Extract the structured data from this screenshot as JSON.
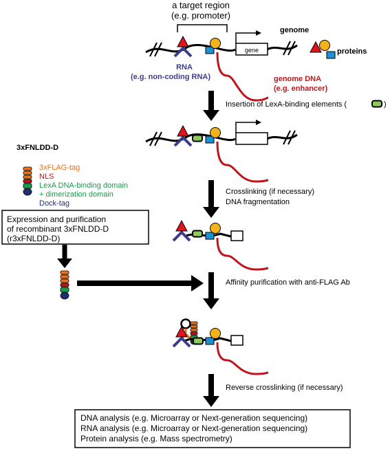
{
  "top": {
    "target_region_line1": "a target region",
    "target_region_line2": "(e.g. promoter)",
    "genome_label": "genome",
    "gene_label": "gene",
    "proteins_label": "proteins",
    "rna_line1": "RNA",
    "rna_line2": "(e.g. non-coding RNA)",
    "genome_dna_line1": "genome DNA",
    "genome_dna_line2": "(e.g. enhancer)"
  },
  "steps": {
    "step1": "Insertion of LexA-binding elements (",
    "step1_close": ")",
    "step2_line1": "Crosslinking (if necessary)",
    "step2_line2": "DNA fragmentation",
    "step3": "Affinity purification with anti-FLAG Ab",
    "step4": "Reverse crosslinking (if necessary)"
  },
  "construct": {
    "title": "3xFNLDD-D",
    "flag": "3xFLAG-tag",
    "nls": "NLS",
    "lexa_line1": "LexA DNA-binding domain",
    "lexa_line2": "+ dimerization domain",
    "dock": "Dock-tag"
  },
  "expression_box": {
    "line1": "Expression and purification",
    "line2": "of recombinant 3xFNLDD-D",
    "line3": "(r3xFNLDD-D)"
  },
  "analysis_box": {
    "line1": "DNA analysis (e.g. Microarray or Next-generation sequencing)",
    "line2": "RNA analysis (e.g. Microarray or Next-generation sequencing)",
    "line3": "Protein analysis (e.g. Mass spectrometry)"
  },
  "colors": {
    "rna_blue": "#3b3c8c",
    "dna_red": "#c0141c",
    "flag_orange": "#e8731c",
    "lexa_green": "#1a9a4a",
    "dock_navy": "#1f2f6e",
    "protein_red": "#e0141c",
    "protein_yellow": "#f5b21a",
    "protein_blue": "#1e8fd0",
    "lexa_element_green": "#8ecb5a"
  }
}
